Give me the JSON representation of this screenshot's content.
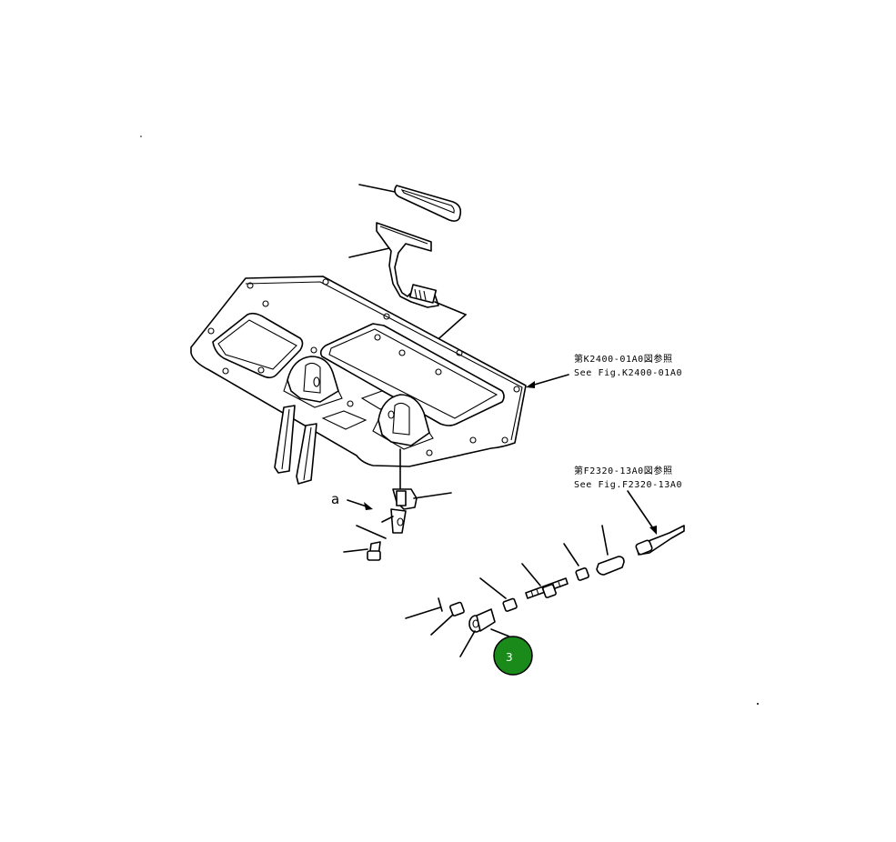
{
  "references": [
    {
      "jp": "第K2400-01A0図参照",
      "en": "See Fig.K2400-01A0"
    },
    {
      "jp": "第F2320-13A0図参照",
      "en": "See Fig.F2320-13A0"
    }
  ],
  "view_label": "a",
  "callout": {
    "number": "3",
    "color": "#1a8a1a"
  }
}
